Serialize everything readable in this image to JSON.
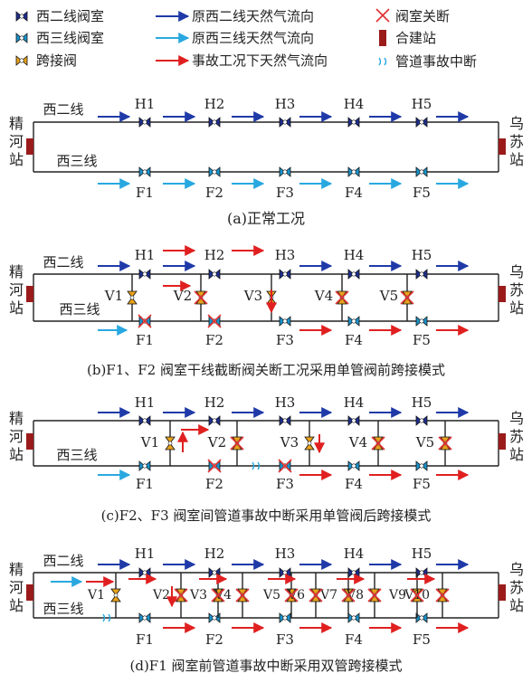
{
  "legend": {
    "west2_valve": "西二线阀室",
    "west3_valve": "西三线阀室",
    "cross_valve": "跨接阀",
    "west2_flow": "原西二线天然气流向",
    "west3_flow": "原西三线天然气流向",
    "accident_flow": "事故工况下天然气流向",
    "valve_closed": "阀室关断",
    "joint_station": "合建站",
    "pipe_break": "管道事故中断"
  },
  "labels": {
    "west2": "西二线",
    "west3": "西三线",
    "left_station": [
      "精",
      "河",
      "站"
    ],
    "right_station": [
      "乌",
      "苏",
      "站"
    ]
  },
  "h_valves": [
    "H1",
    "H2",
    "H3",
    "H4",
    "H5"
  ],
  "f_valves": [
    "F1",
    "F2",
    "F3",
    "F4",
    "F5"
  ],
  "v_valves_a": [
    "V1",
    "V2",
    "V3",
    "V4",
    "V5"
  ],
  "v_valves_d": [
    "V1",
    "V2",
    "V3",
    "V4",
    "V5",
    "V6",
    "V7",
    "V8",
    "V9",
    "V10"
  ],
  "captions": {
    "a": "(a)正常工况",
    "b": "(b)F1、F2 阀室干线截断阀关断工况采用单管阀前跨接模式",
    "c": "(c)F2、F3 阀室间管道事故中断采用单管阀后跨接模式",
    "d": "(d)F1 阀室前管道事故中断采用双管跨接模式"
  },
  "colors": {
    "west2_valve": "#1f2f8c",
    "west3_valve": "#1c93c9",
    "cross_valve": "#e8a21c",
    "west2_arrow": "#1f3aa8",
    "west3_arrow": "#29a8e0",
    "accident_arrow": "#e02020",
    "closed_x": "#e03030",
    "station": "#9b1b1b",
    "pipe": "#222222"
  }
}
